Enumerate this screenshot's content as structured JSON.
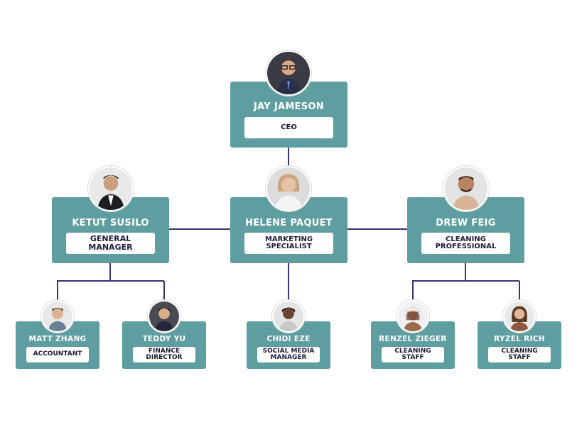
{
  "org_chart": {
    "line_color": "#3d2f7a",
    "card_color": "#5e9ea0",
    "ceo": {
      "name": "JAY JAMESON",
      "role": "CEO",
      "icon": "person-photo-icon"
    },
    "managers": [
      {
        "name": "KETUT SUSILO",
        "role": "GENERAL MANAGER",
        "icon": "person-photo-icon"
      },
      {
        "name": "HELENE PAQUET",
        "role": "MARKETING SPECIALIST",
        "icon": "person-photo-icon"
      },
      {
        "name": "DREW FEIG",
        "role": "CLEANING PROFESSIONAL",
        "icon": "person-photo-icon"
      }
    ],
    "staff": [
      {
        "name": "MATT ZHANG",
        "role": "ACCOUNTANT",
        "icon": "person-photo-icon"
      },
      {
        "name": "TEDDY YU",
        "role": "FINANCE DIRECTOR",
        "icon": "person-photo-icon"
      },
      {
        "name": "CHIDI EZE",
        "role": "SOCIAL MEDIA MANAGER",
        "icon": "person-photo-icon"
      },
      {
        "name": "RENZEL ZIEGER",
        "role": "CLEANING STAFF",
        "icon": "person-photo-icon"
      },
      {
        "name": "RYZEL RICH",
        "role": "CLEANING STAFF",
        "icon": "person-photo-icon"
      }
    ]
  }
}
